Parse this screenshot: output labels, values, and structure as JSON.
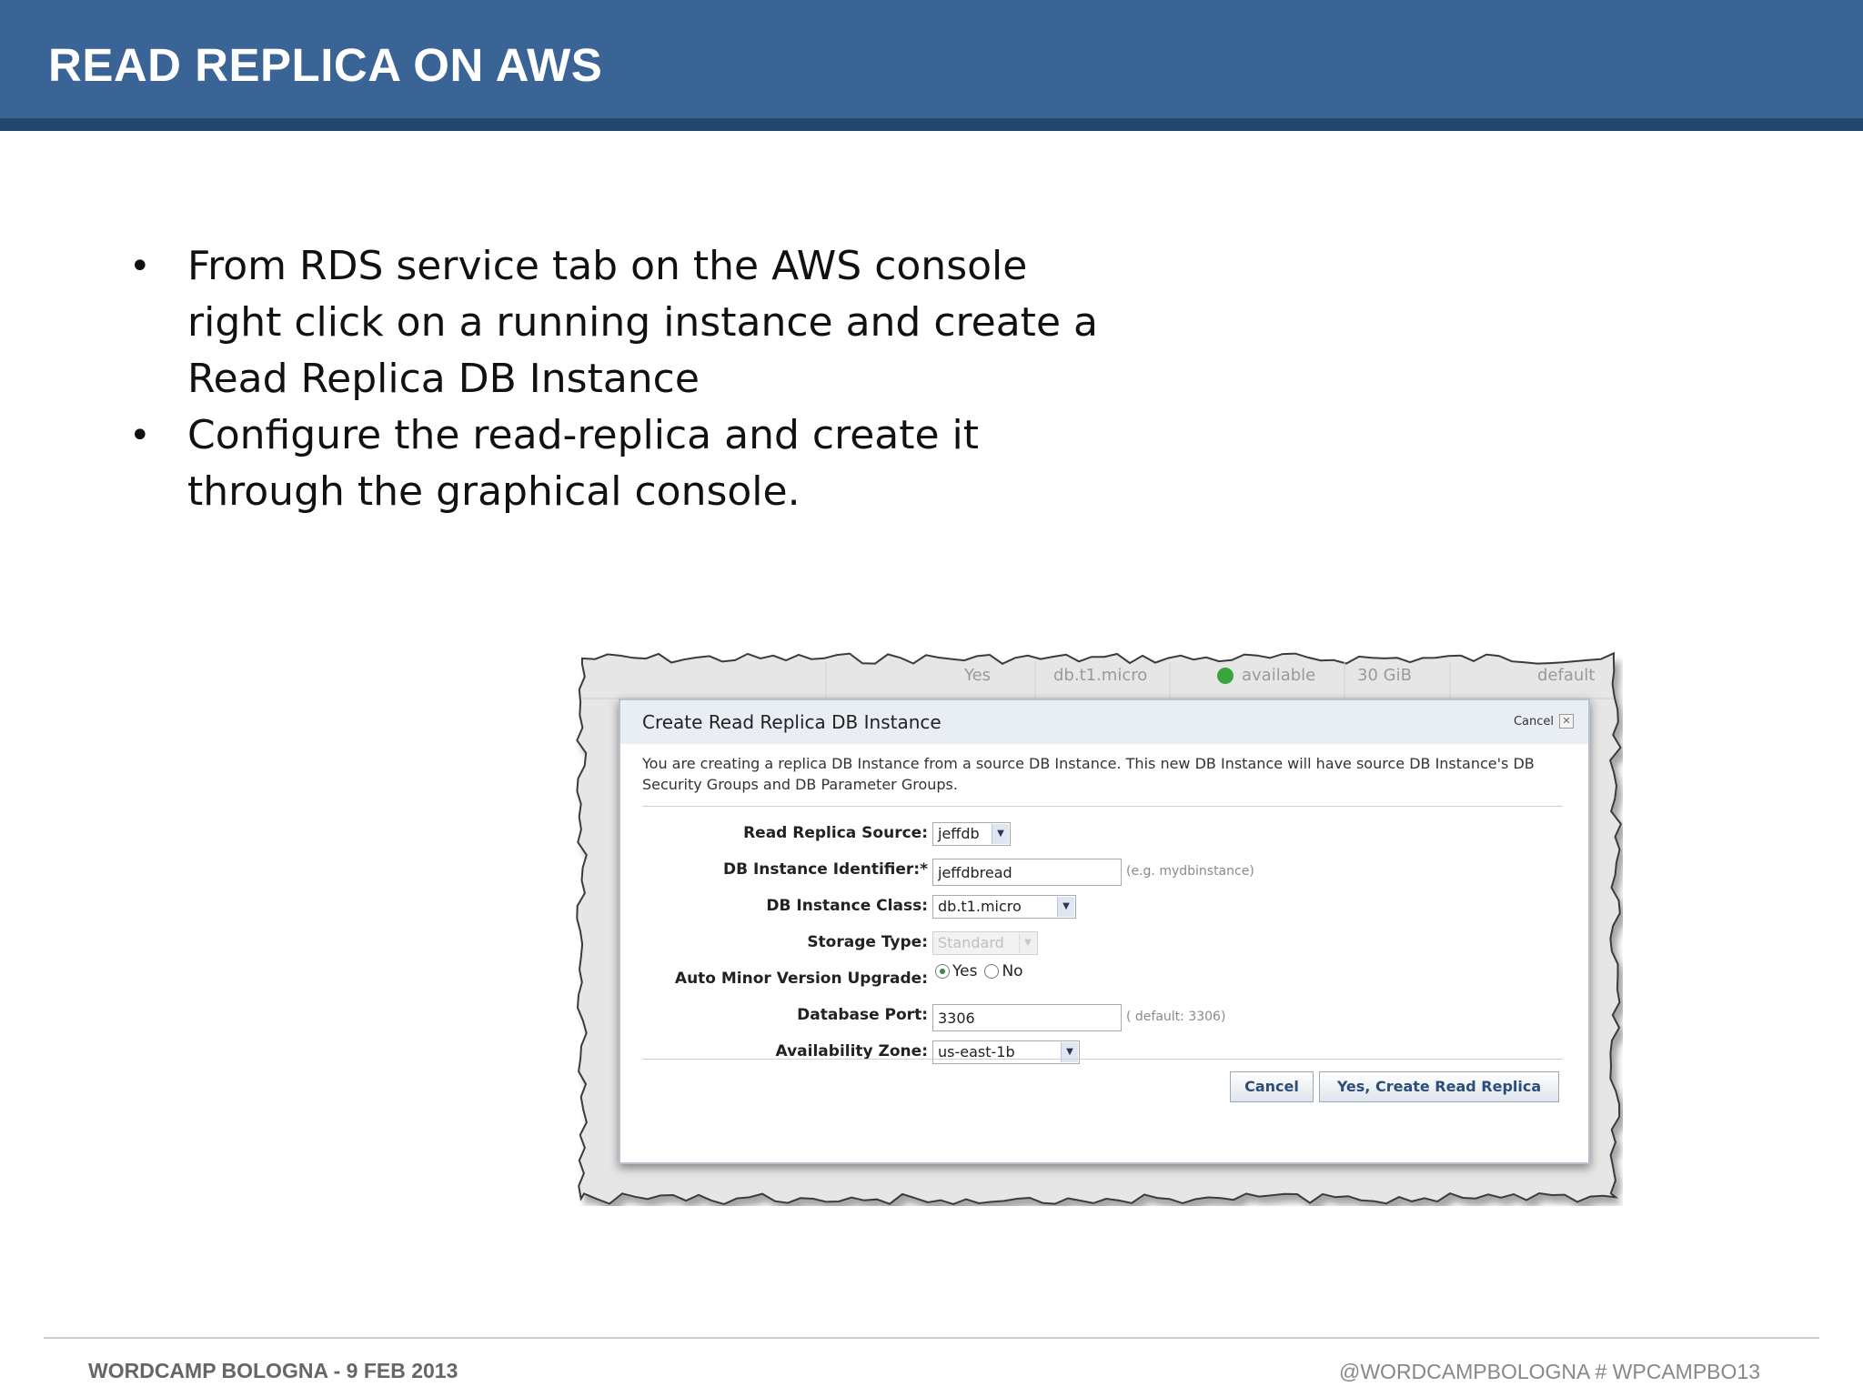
{
  "slide": {
    "title": "READ REPLICA ON AWS",
    "bullets": [
      "From RDS service tab on the AWS console right click on a running instance and create a Read Replica DB Instance",
      "Configure the read-replica and create it through the graphical console."
    ],
    "bullet_glyph": "•"
  },
  "screenshot": {
    "background_row": {
      "multi_az": "Yes",
      "class": "db.t1.micro",
      "status": "available",
      "storage": "30 GiB",
      "option_group": "default"
    },
    "dialog": {
      "title": "Create Read Replica DB Instance",
      "close_label": "Cancel",
      "close_glyph": "✕",
      "description": "You are creating a replica DB Instance from a source DB Instance. This new DB Instance will have source DB Instance's DB Security Groups and DB Parameter Groups.",
      "fields": {
        "source": {
          "label": "Read Replica Source:",
          "value": "jeffdb"
        },
        "identifier": {
          "label": "DB Instance Identifier:*",
          "value": "jeffdbread",
          "hint": "(e.g. mydbinstance)"
        },
        "instance_class": {
          "label": "DB Instance Class:",
          "value": "db.t1.micro"
        },
        "storage_type": {
          "label": "Storage Type:",
          "value": "Standard"
        },
        "auto_minor": {
          "label": "Auto Minor Version Upgrade:",
          "yes": "Yes",
          "no": "No",
          "selected": "Yes"
        },
        "port": {
          "label": "Database Port:",
          "value": "3306",
          "hint": "( default: 3306)"
        },
        "zone": {
          "label": "Availability Zone:",
          "value": "us-east-1b"
        }
      },
      "caret_glyph": "▼",
      "buttons": {
        "cancel": "Cancel",
        "create": "Yes, Create Read Replica"
      }
    }
  },
  "footer": {
    "left": "WORDCAMP BOLOGNA - 9 FEB 2013",
    "right": "@WORDCAMPBOLOGNA # WPCAMPBO13"
  },
  "colors": {
    "header": "#3a6496",
    "header_stripe": "#22466d",
    "status_ok": "#3aa53a"
  }
}
